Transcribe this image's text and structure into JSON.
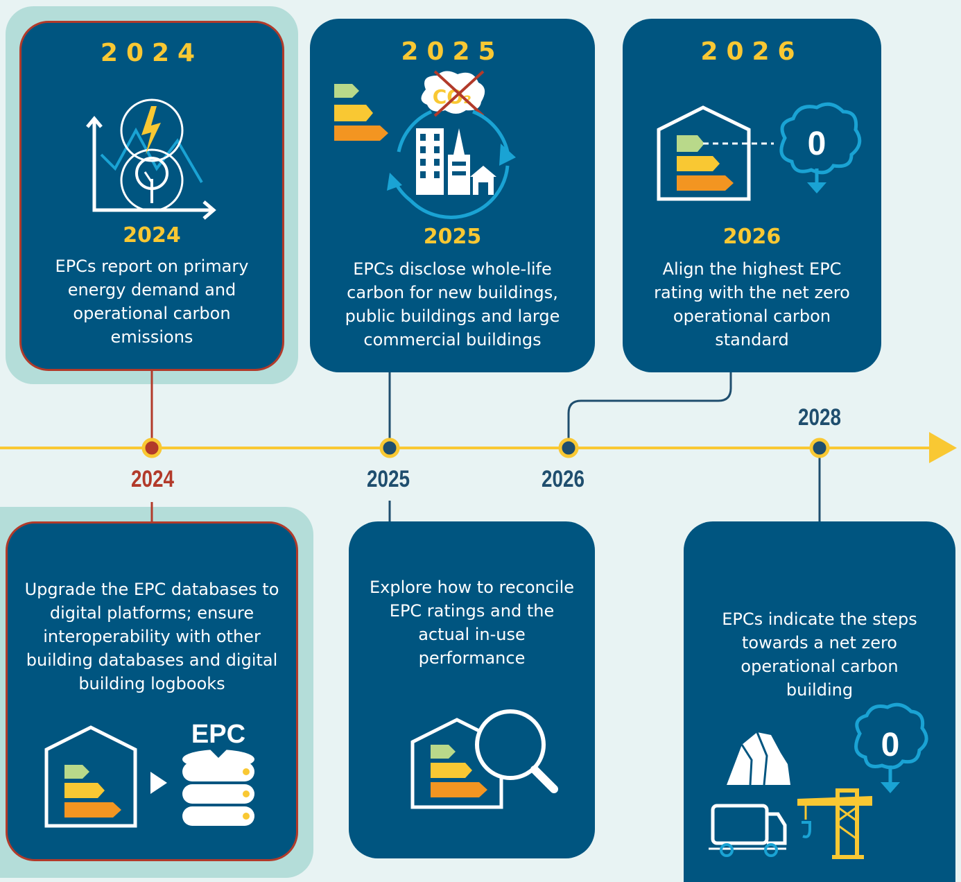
{
  "colors": {
    "background": "#e8f3f3",
    "card": "#005580",
    "accent_yellow": "#f9c833",
    "highlight_red": "#b23a2a",
    "halo": "#b4ddd9",
    "cyan": "#1aa3d4"
  },
  "timeline": {
    "ticks": [
      {
        "label": "2024",
        "highlighted": true
      },
      {
        "label": "2025",
        "highlighted": false
      },
      {
        "label": "2026",
        "highlighted": false
      },
      {
        "label": "2028",
        "highlighted": false
      }
    ]
  },
  "top_cards": [
    {
      "year": "2024",
      "subyear": "2024",
      "text": "EPCs report on primary energy demand and operational carbon emissions",
      "icon": "energy-chart-icon"
    },
    {
      "year": "2025",
      "subyear": "2025",
      "text": "EPCs disclose whole-life carbon for new buildings, public buildings and large commercial buildings",
      "icon": "whole-life-carbon-icon",
      "icon_label": "CO₂"
    },
    {
      "year": "2026",
      "subyear": "2026",
      "text": "Align the highest EPC rating with the net zero operational carbon standard",
      "icon": "house-net-zero-icon",
      "icon_label": "0"
    }
  ],
  "bottom_cards": [
    {
      "text": "Upgrade the EPC databases to digital platforms; ensure interoperability with other building databases and digital building logbooks",
      "icon": "epc-database-icon",
      "icon_label": "EPC"
    },
    {
      "text": "Explore how to reconcile EPC ratings and the actual in-use performance",
      "icon": "house-search-icon"
    },
    {
      "text": "EPCs indicate the steps towards a net zero operational carbon building",
      "icon": "construction-net-zero-icon",
      "icon_label": "0"
    }
  ]
}
